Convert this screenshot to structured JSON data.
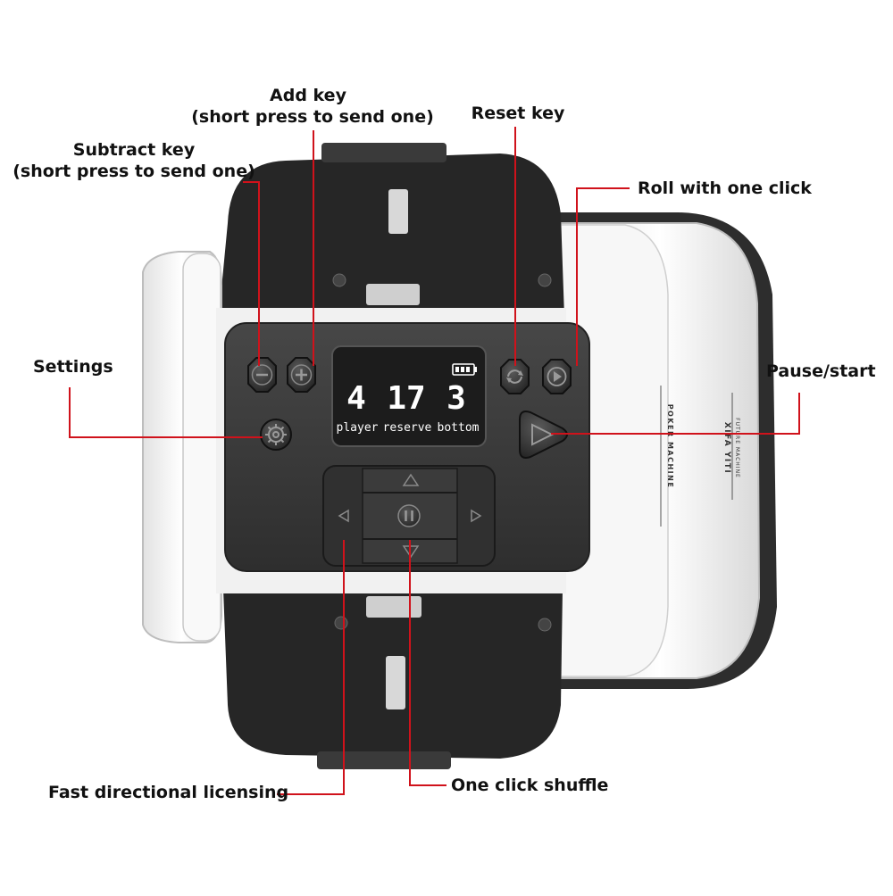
{
  "callouts": {
    "add_key_title": "Add key",
    "add_key_sub": "(short press to send one)",
    "subtract_key_title": "Subtract key",
    "subtract_key_sub": "(short press to send one)",
    "reset_key": "Reset key",
    "roll_one_click": "Roll with one click",
    "settings": "Settings",
    "pause_start": "Pause/start",
    "fast_directional": "Fast directional licensing",
    "one_click_shuffle": "One click shuffle"
  },
  "display": {
    "player_count": "4",
    "reserve_count": "17",
    "bottom_count": "3",
    "player_label": "player",
    "reserve_label": "reserve",
    "bottom_label": "bottom"
  },
  "device": {
    "side_text_1": "POKER MACHINE",
    "side_text_2": "XIFA YITI",
    "side_text_3": "FUTURE MACHINE"
  },
  "colors": {
    "leader_line": "#d0121b",
    "body_dark": "#2b2b2b",
    "body_white": "#f4f4f4",
    "panel": "#3a3a3a"
  },
  "icons": [
    "minus-icon",
    "plus-icon",
    "reset-icon",
    "play-icon",
    "gear-icon",
    "pause-icon",
    "arrow-up-icon",
    "arrow-down-icon",
    "arrow-left-icon",
    "arrow-right-icon",
    "battery-icon"
  ]
}
